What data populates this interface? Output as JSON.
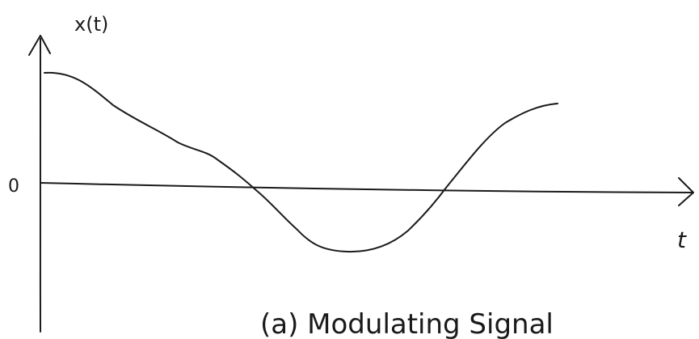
{
  "axes": {
    "y_label": "x(t)",
    "x_label": "t",
    "origin_label": "0"
  },
  "caption": "(a) Modulating Signal",
  "colors": {
    "ink": "#1a1a1a",
    "paper": "#ffffff"
  }
}
